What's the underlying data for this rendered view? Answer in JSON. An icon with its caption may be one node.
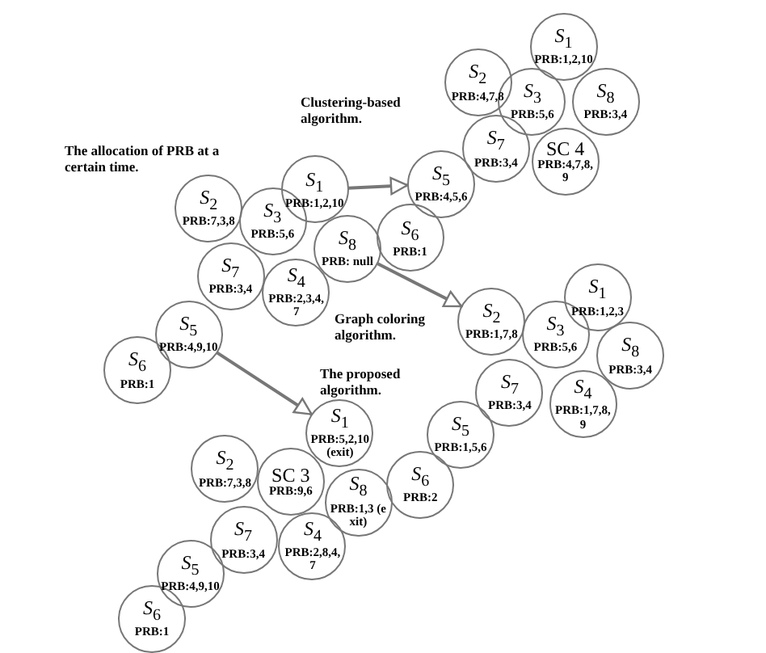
{
  "diagram": {
    "nodes": [
      {
        "text": [
          "*S*$_{1}$",
          "PRB:1,2,10"
        ]
      },
      {
        "text": [
          "*S*$_{2}$",
          "PRB:7,3,8"
        ]
      },
      {
        "text": [
          "*S*$_{3}$",
          "PRB:5,6"
        ]
      },
      {
        "text": [
          "*S*$_{8}$",
          "PRB: null"
        ]
      },
      {
        "text": [
          "*S*$_{7}$",
          "PRB:3,4"
        ]
      },
      {
        "text": [
          "*S*$_{4}$",
          "PRB:2,3,4,7"
        ]
      },
      {
        "text": [
          "*S*$_{5}$",
          "PRB:4,9,10"
        ]
      },
      {
        "text": [
          "*S*$_{6}$",
          "PRB:1"
        ]
      },
      {
        "text": [
          "*S*$_{1}$",
          "PRB:1,2,10"
        ]
      },
      {
        "text": [
          "*S*$_{2}$",
          "PRB:4,7,8"
        ]
      },
      {
        "text": [
          "*S*$_{3}$",
          "PRB:5,6"
        ]
      },
      {
        "text": [
          "*S*$_{8}$",
          "PRB:3,4"
        ]
      },
      {
        "text": [
          "*S*$_{7}$",
          "PRB:3,4"
        ]
      },
      {
        "text": [
          "SC 4",
          "PRB:4,7,8,9"
        ]
      },
      {
        "text": [
          "*S*$_{5}$",
          "PRB:4,5,6"
        ]
      },
      {
        "text": [
          "*S*$_{6}$",
          "PRB:1"
        ]
      },
      {
        "text": [
          "*S*$_{1}$",
          "PRB:1,2,3"
        ]
      },
      {
        "text": [
          "*S*$_{2}$",
          "PRB:1,7,8"
        ]
      },
      {
        "text": [
          "*S*$_{3}$",
          "PRB:5,6"
        ]
      },
      {
        "text": [
          "*S*$_{8}$",
          "PRB:3,4"
        ]
      },
      {
        "text": [
          "*S*$_{7}$",
          "PRB:3,4"
        ]
      },
      {
        "text": [
          "*S*$_{4}$",
          "PRB:1,7,8,9"
        ]
      },
      {
        "text": [
          "*S*$_{5}$",
          "PRB:1,5,6"
        ]
      },
      {
        "text": [
          "*S*$_{6}$",
          "PRB:2"
        ]
      },
      {
        "text": [
          "*S*$_{1}$",
          "PRB:5,2,10(exit)"
        ]
      },
      {
        "text": [
          "*S*$_{2}$",
          "PRB:7,3,8"
        ]
      },
      {
        "text": [
          "SC 3",
          "PRB:9,6"
        ]
      },
      {
        "text": [
          "*S*$_{8}$",
          "PRB:1,3 (exit)"
        ]
      },
      {
        "text": [
          "*S*$_{7}$",
          "PRB:3,4"
        ]
      },
      {
        "text": [
          "*S*$_{4}$",
          "PRB:2,8,4,7"
        ]
      },
      {
        "text": [
          "*S*$_{5}$",
          "PRB:4,9,10"
        ]
      },
      {
        "text": [
          "*S*$_{6}$",
          "PRB:1"
        ]
      }
    ],
    "edges": [
      {
        "from": 0,
        "to": 14,
        "arrow": "to",
        "label": "Clustering-based algorithm."
      },
      {
        "from": 3,
        "to": 17,
        "arrow": "to",
        "label": "Graph coloring algorithm."
      },
      {
        "from": 6,
        "to": 24,
        "arrow": "to",
        "label": "The proposed algorithm."
      }
    ],
    "labels": [
      "The allocation of PRB at a certain time."
    ]
  }
}
